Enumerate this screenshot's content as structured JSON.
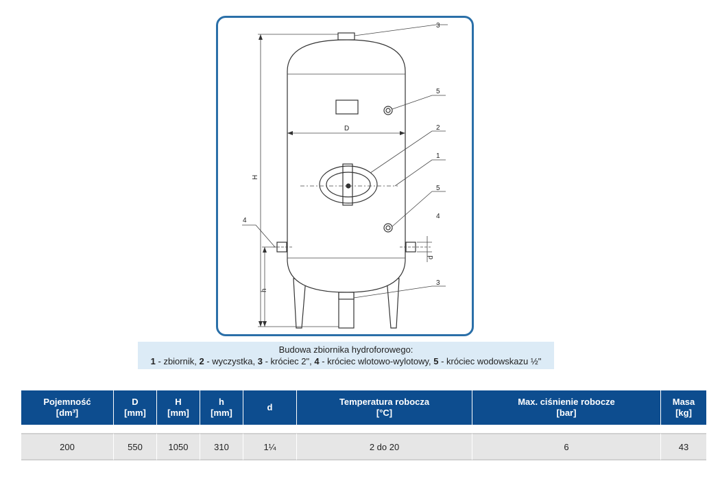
{
  "diagram": {
    "labels": {
      "callout_3_top": "3",
      "callout_5_top": "5",
      "callout_2": "2",
      "callout_1": "1",
      "callout_5_mid": "5",
      "callout_4_right": "4",
      "callout_4_left": "4",
      "callout_3_bottom": "3",
      "dim_D": "D",
      "dim_H": "H",
      "dim_h": "h",
      "dim_d": "d"
    }
  },
  "caption": {
    "title": "Budowa zbiornika hydroforowego:",
    "legend": [
      {
        "num": "1",
        "text": " - zbiornik, "
      },
      {
        "num": "2",
        "text": " - wyczystka, "
      },
      {
        "num": "3",
        "text": " - króciec 2\", "
      },
      {
        "num": "4",
        "text": " - króciec wlotowo-wylotowy, "
      },
      {
        "num": "5",
        "text": " - króciec wodowskazu ½\""
      }
    ]
  },
  "table": {
    "headers": [
      {
        "line1": "Pojemność",
        "line2": "[dm³]"
      },
      {
        "line1": "D",
        "line2": "[mm]"
      },
      {
        "line1": "H",
        "line2": "[mm]"
      },
      {
        "line1": "h",
        "line2": "[mm]"
      },
      {
        "line1": "d",
        "line2": ""
      },
      {
        "line1": "Temperatura robocza",
        "line2": "[°C]"
      },
      {
        "line1": "Max. ciśnienie robocze",
        "line2": "[bar]"
      },
      {
        "line1": "Masa",
        "line2": "[kg]"
      }
    ],
    "row": [
      "200",
      "550",
      "1050",
      "310",
      "1¼",
      "2 do 20",
      "6",
      "43"
    ]
  }
}
